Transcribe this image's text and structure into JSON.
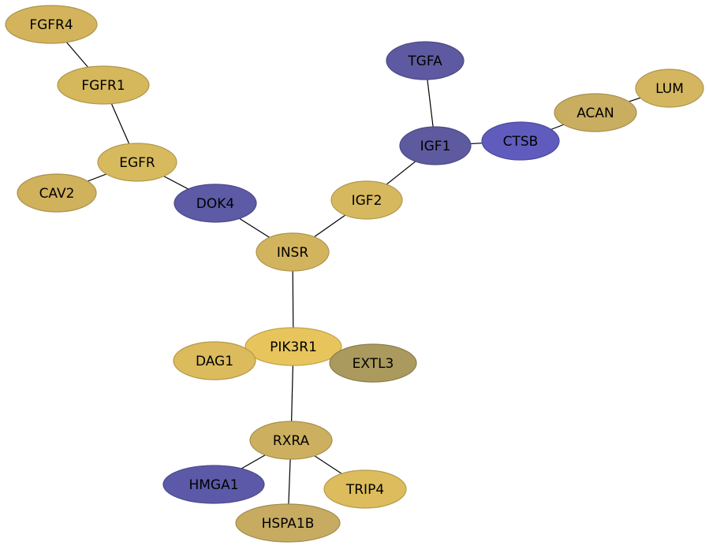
{
  "nodes": [
    {
      "id": "FGFR4",
      "label": "FGFR4",
      "color": "#d3b45c"
    },
    {
      "id": "FGFR1",
      "label": "FGFR1",
      "color": "#d5b75c"
    },
    {
      "id": "EGFR",
      "label": "EGFR",
      "color": "#d8ba5e"
    },
    {
      "id": "CAV2",
      "label": "CAV2",
      "color": "#d0b15c"
    },
    {
      "id": "DOK4",
      "label": "DOK4",
      "color": "#5d5ba6"
    },
    {
      "id": "TGFA",
      "label": "TGFA",
      "color": "#5d5aa1"
    },
    {
      "id": "IGF1",
      "label": "IGF1",
      "color": "#5d5a9f"
    },
    {
      "id": "CTSB",
      "label": "CTSB",
      "color": "#5f5cbd"
    },
    {
      "id": "ACAN",
      "label": "ACAN",
      "color": "#c9ae62"
    },
    {
      "id": "LUM",
      "label": "LUM",
      "color": "#d3b65f"
    },
    {
      "id": "IGF2",
      "label": "IGF2",
      "color": "#d6b85e"
    },
    {
      "id": "INSR",
      "label": "INSR",
      "color": "#d3b45e"
    },
    {
      "id": "PIK3R1",
      "label": "PIK3R1",
      "color": "#e8c55c"
    },
    {
      "id": "DAG1",
      "label": "DAG1",
      "color": "#dbbb5c"
    },
    {
      "id": "EXTL3",
      "label": "EXTL3",
      "color": "#ab9a5d"
    },
    {
      "id": "RXRA",
      "label": "RXRA",
      "color": "#ccb060"
    },
    {
      "id": "HMGA1",
      "label": "HMGA1",
      "color": "#5c5aa8"
    },
    {
      "id": "TRIP4",
      "label": "TRIP4",
      "color": "#dcbc5c"
    },
    {
      "id": "HSPA1B",
      "label": "HSPA1B",
      "color": "#c6ab61"
    }
  ],
  "edges": [
    [
      "FGFR4",
      "FGFR1"
    ],
    [
      "FGFR1",
      "EGFR"
    ],
    [
      "EGFR",
      "CAV2"
    ],
    [
      "EGFR",
      "DOK4"
    ],
    [
      "DOK4",
      "INSR"
    ],
    [
      "TGFA",
      "IGF1"
    ],
    [
      "IGF1",
      "CTSB"
    ],
    [
      "CTSB",
      "ACAN"
    ],
    [
      "ACAN",
      "LUM"
    ],
    [
      "IGF1",
      "IGF2"
    ],
    [
      "IGF2",
      "INSR"
    ],
    [
      "INSR",
      "PIK3R1"
    ],
    [
      "PIK3R1",
      "RXRA"
    ],
    [
      "RXRA",
      "HMGA1"
    ],
    [
      "RXRA",
      "TRIP4"
    ],
    [
      "RXRA",
      "HSPA1B"
    ]
  ]
}
